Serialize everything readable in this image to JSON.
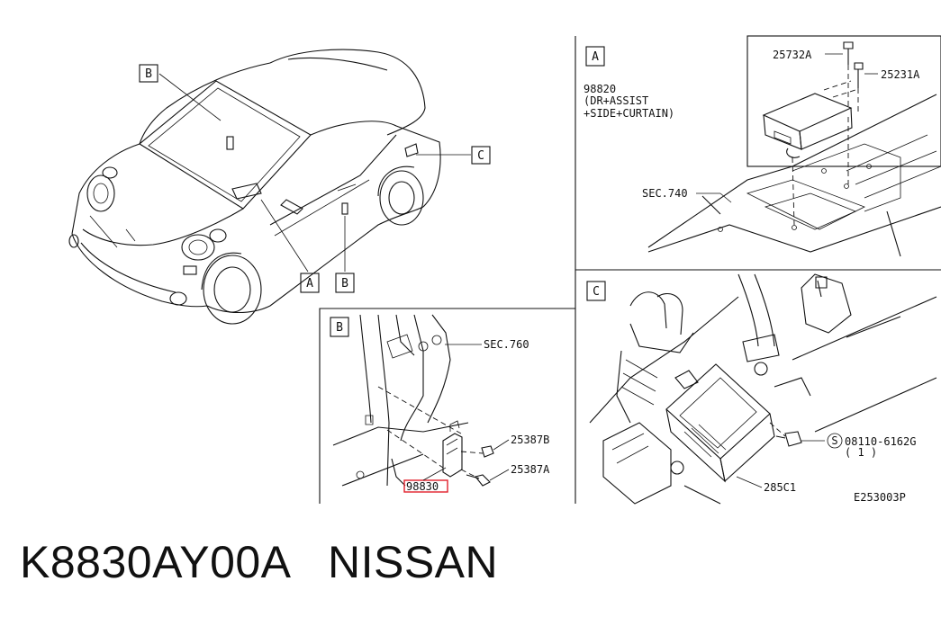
{
  "callouts": {
    "car_a": "A",
    "car_b1": "B",
    "car_b2": "B",
    "car_c": "C",
    "panel_a": "A",
    "panel_b": "B",
    "panel_c": "C"
  },
  "panel_a": {
    "part_25732a": "25732A",
    "part_25231a": "25231A",
    "part_98820": "98820",
    "desc_line1": "(DR+ASSIST",
    "desc_line2": "+SIDE+CURTAIN)",
    "sec_740": "SEC.740"
  },
  "panel_b": {
    "sec_760": "SEC.760",
    "part_25387b": "25387B",
    "part_25387a": "25387A",
    "part_98830": "98830"
  },
  "panel_c": {
    "part_08110": "08110-6162G",
    "qty": "( 1 )",
    "part_285c1": "285C1",
    "s_symbol": "S"
  },
  "drawing_code": "E253003P",
  "caption": {
    "part_number": "K8830AY00A",
    "brand": "NISSAN"
  },
  "colors": {
    "line": "#111111",
    "highlight": "#e0202a"
  }
}
